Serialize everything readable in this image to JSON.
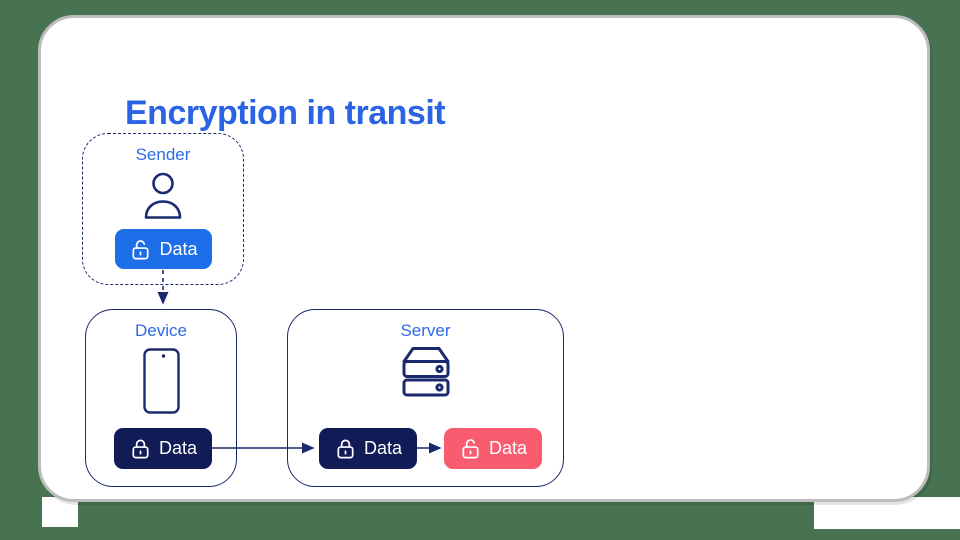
{
  "title": "Encryption in transit",
  "diagram": {
    "sender": {
      "label": "Sender",
      "icon": "person-icon",
      "chip": {
        "label": "Data",
        "state": "unlocked",
        "color": "#1c6fe8"
      }
    },
    "device": {
      "label": "Device",
      "icon": "smartphone-icon",
      "chip": {
        "label": "Data",
        "state": "locked",
        "color": "#111c56"
      }
    },
    "server": {
      "label": "Server",
      "icon": "server-icon",
      "chips": [
        {
          "label": "Data",
          "state": "locked",
          "color": "#111c56"
        },
        {
          "label": "Data",
          "state": "unlocked",
          "color": "#f85c6e"
        }
      ]
    },
    "flows": [
      {
        "from": "sender-data",
        "to": "device",
        "style": "dashed"
      },
      {
        "from": "device-data",
        "to": "server-data-locked",
        "style": "solid"
      },
      {
        "from": "server-data-locked",
        "to": "server-data-unlocked",
        "style": "solid"
      }
    ]
  },
  "colors": {
    "background_green": "#487350",
    "card_white": "#ffffff",
    "card_border": "#bdbdbd",
    "title_blue": "#2a63e4",
    "label_blue": "#2e6be8",
    "outline_navy": "#1b2a6e",
    "chip_navy": "#111c56",
    "chip_bright_blue": "#1c6fe8",
    "chip_pink": "#f85c6e"
  }
}
